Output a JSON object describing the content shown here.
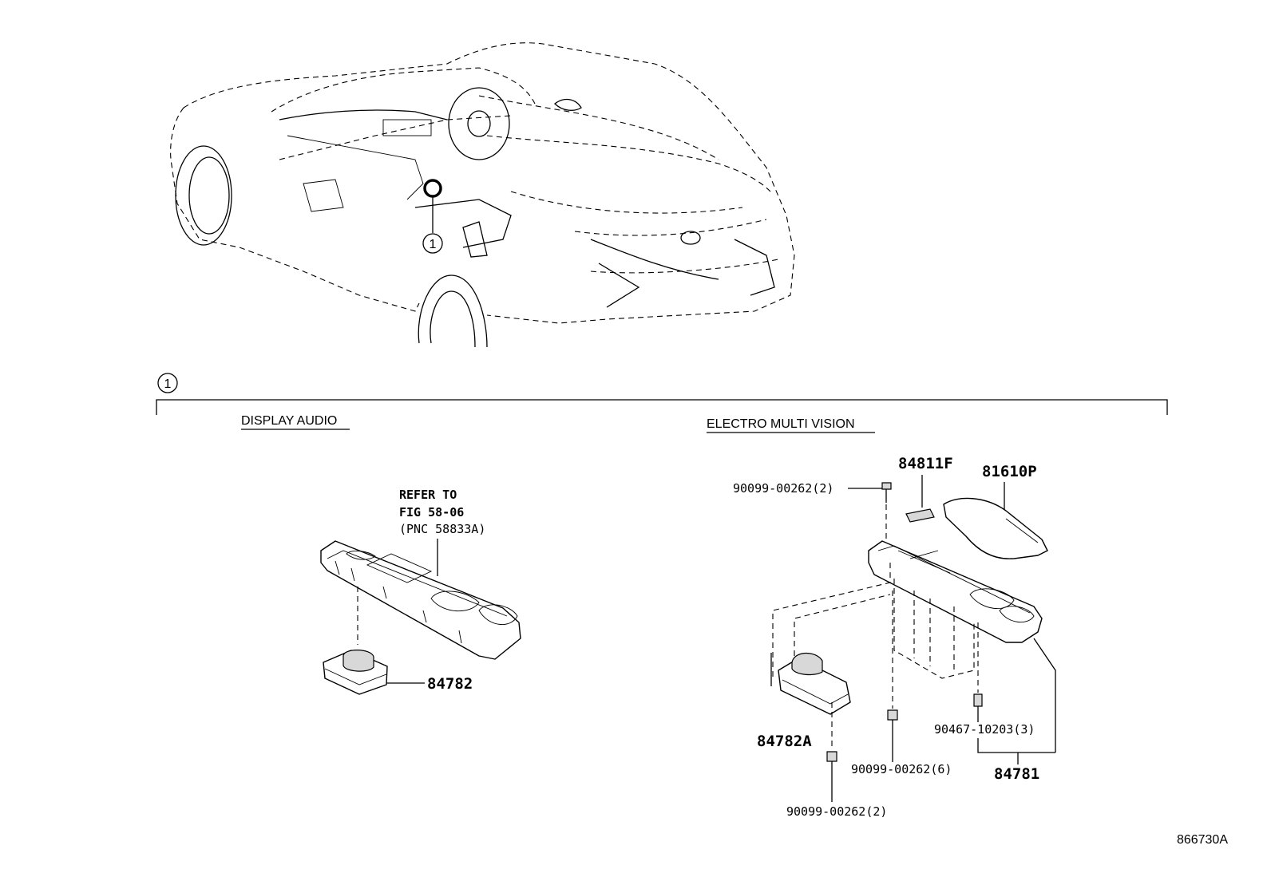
{
  "figure_id": "866730A",
  "callout": "1",
  "sections": {
    "left": "DISPLAY AUDIO",
    "right": "ELECTRO MULTI VISION"
  },
  "refer": {
    "line1": "REFER TO",
    "line2": "FIG 58-06",
    "line3": "(PNC 58833A)"
  },
  "parts": {
    "p84782": "84782",
    "p84782A": "84782A",
    "p84811F": "84811F",
    "p81610P": "81610P",
    "p84781": "84781",
    "screw_top": "90099-00262(2)",
    "screw_mid": "90099-00262(6)",
    "screw_bottom": "90099-00262(2)",
    "clip": "90467-10203(3)"
  }
}
